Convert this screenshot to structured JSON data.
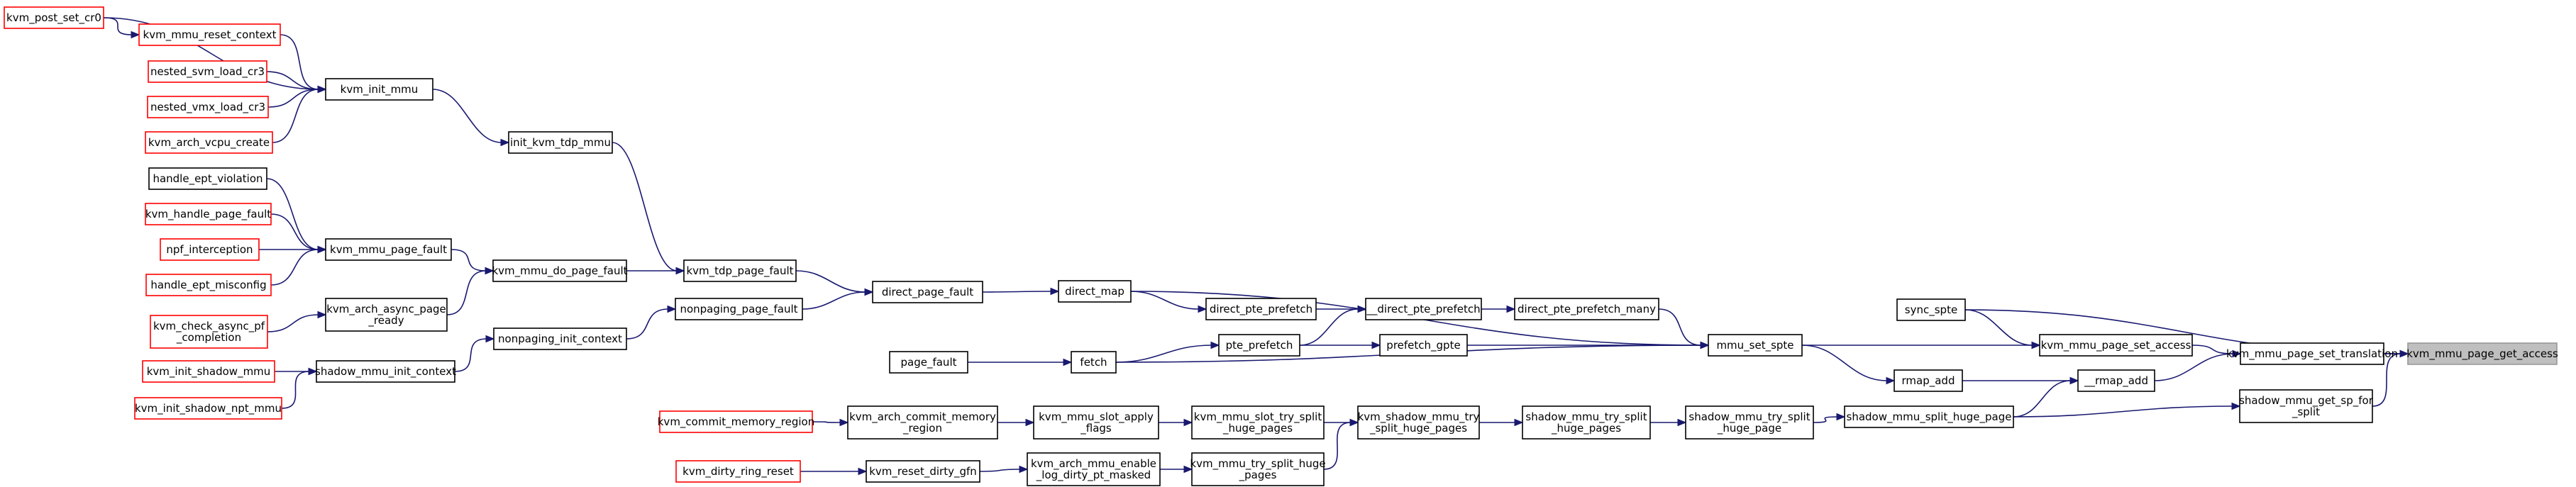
{
  "colors": {
    "edge": "#191970",
    "node_border": "#000000",
    "node_border_truncated": "#ff0000",
    "node_fill": "#ffffff",
    "root_fill": "#bfbfbf",
    "root_border": "#999999"
  },
  "nodes": {
    "kvm_mmu_page_get_access": {
      "lines": [
        "kvm_mmu_page_get_access"
      ],
      "style": "root"
    },
    "kvm_mmu_page_set_translation": {
      "lines": [
        "kvm_mmu_page_set_translation"
      ],
      "style": "normal"
    },
    "shadow_mmu_get_sp_for_split": {
      "lines": [
        "shadow_mmu_get_sp_for",
        "_split"
      ],
      "style": "normal"
    },
    "kvm_mmu_page_set_access": {
      "lines": [
        "kvm_mmu_page_set_access"
      ],
      "style": "normal"
    },
    "rmap_add_inner": {
      "lines": [
        "__rmap_add"
      ],
      "style": "normal"
    },
    "sync_spte": {
      "lines": [
        "sync_spte"
      ],
      "style": "normal"
    },
    "mmu_set_spte": {
      "lines": [
        "mmu_set_spte"
      ],
      "style": "normal"
    },
    "rmap_add": {
      "lines": [
        "rmap_add"
      ],
      "style": "normal"
    },
    "shadow_mmu_split_huge_page": {
      "lines": [
        "shadow_mmu_split_huge_page"
      ],
      "style": "normal"
    },
    "direct_map": {
      "lines": [
        "direct_map"
      ],
      "style": "normal"
    },
    "direct_pte_prefetch_many": {
      "lines": [
        "direct_pte_prefetch_many"
      ],
      "style": "normal"
    },
    "fetch": {
      "lines": [
        "fetch"
      ],
      "style": "normal"
    },
    "prefetch_gpte": {
      "lines": [
        "prefetch_gpte"
      ],
      "style": "normal"
    },
    "direct_pte_prefetch_inner": {
      "lines": [
        "__direct_pte_prefetch"
      ],
      "style": "normal"
    },
    "direct_pte_prefetch": {
      "lines": [
        "direct_pte_prefetch"
      ],
      "style": "normal"
    },
    "pte_prefetch": {
      "lines": [
        "pte_prefetch"
      ],
      "style": "normal"
    },
    "page_fault": {
      "lines": [
        "page_fault"
      ],
      "style": "normal"
    },
    "direct_page_fault": {
      "lines": [
        "direct_page_fault"
      ],
      "style": "normal"
    },
    "kvm_tdp_page_fault": {
      "lines": [
        "kvm_tdp_page_fault"
      ],
      "style": "normal"
    },
    "nonpaging_page_fault": {
      "lines": [
        "nonpaging_page_fault"
      ],
      "style": "normal"
    },
    "kvm_mmu_do_page_fault": {
      "lines": [
        "kvm_mmu_do_page_fault"
      ],
      "style": "normal"
    },
    "init_kvm_tdp_mmu": {
      "lines": [
        "init_kvm_tdp_mmu"
      ],
      "style": "normal"
    },
    "kvm_init_mmu": {
      "lines": [
        "kvm_init_mmu"
      ],
      "style": "normal"
    },
    "kvm_post_set_cr0": {
      "lines": [
        "kvm_post_set_cr0"
      ],
      "style": "truncated"
    },
    "kvm_mmu_reset_context": {
      "lines": [
        "kvm_mmu_reset_context"
      ],
      "style": "truncated"
    },
    "nested_svm_load_cr3": {
      "lines": [
        "nested_svm_load_cr3"
      ],
      "style": "truncated"
    },
    "nested_vmx_load_cr3": {
      "lines": [
        "nested_vmx_load_cr3"
      ],
      "style": "truncated"
    },
    "kvm_arch_vcpu_create": {
      "lines": [
        "kvm_arch_vcpu_create"
      ],
      "style": "truncated"
    },
    "kvm_mmu_page_fault": {
      "lines": [
        "kvm_mmu_page_fault"
      ],
      "style": "normal"
    },
    "kvm_arch_async_page_ready": {
      "lines": [
        "kvm_arch_async_page",
        "_ready"
      ],
      "style": "normal"
    },
    "handle_ept_violation": {
      "lines": [
        "handle_ept_violation"
      ],
      "style": "normal"
    },
    "kvm_handle_page_fault": {
      "lines": [
        "kvm_handle_page_fault"
      ],
      "style": "truncated"
    },
    "npf_interception": {
      "lines": [
        "npf_interception"
      ],
      "style": "truncated"
    },
    "handle_ept_misconfig": {
      "lines": [
        "handle_ept_misconfig"
      ],
      "style": "truncated"
    },
    "kvm_check_async_pf_completion": {
      "lines": [
        "kvm_check_async_pf",
        "_completion"
      ],
      "style": "truncated"
    },
    "nonpaging_init_context": {
      "lines": [
        "nonpaging_init_context"
      ],
      "style": "normal"
    },
    "shadow_mmu_init_context": {
      "lines": [
        "shadow_mmu_init_context"
      ],
      "style": "normal"
    },
    "kvm_init_shadow_mmu": {
      "lines": [
        "kvm_init_shadow_mmu"
      ],
      "style": "truncated"
    },
    "kvm_init_shadow_npt_mmu": {
      "lines": [
        "kvm_init_shadow_npt_mmu"
      ],
      "style": "truncated"
    },
    "shadow_mmu_try_split_huge_page": {
      "lines": [
        "shadow_mmu_try_split",
        "_huge_page"
      ],
      "style": "normal"
    },
    "shadow_mmu_try_split_huge_pages": {
      "lines": [
        "shadow_mmu_try_split",
        "_huge_pages"
      ],
      "style": "normal"
    },
    "kvm_shadow_mmu_try_split_huge_pages": {
      "lines": [
        "kvm_shadow_mmu_try",
        "_split_huge_pages"
      ],
      "style": "normal"
    },
    "kvm_mmu_slot_try_split_huge_pages": {
      "lines": [
        "kvm_mmu_slot_try_split",
        "_huge_pages"
      ],
      "style": "normal"
    },
    "kvm_mmu_try_split_huge_pages": {
      "lines": [
        "kvm_mmu_try_split_huge",
        "_pages"
      ],
      "style": "normal"
    },
    "kvm_mmu_slot_apply_flags": {
      "lines": [
        "kvm_mmu_slot_apply",
        "_flags"
      ],
      "style": "normal"
    },
    "kvm_arch_mmu_enable_log_dirty_pt_masked": {
      "lines": [
        "kvm_arch_mmu_enable",
        "_log_dirty_pt_masked"
      ],
      "style": "normal"
    },
    "kvm_arch_commit_memory_region": {
      "lines": [
        "kvm_arch_commit_memory",
        "_region"
      ],
      "style": "normal"
    },
    "kvm_reset_dirty_gfn": {
      "lines": [
        "kvm_reset_dirty_gfn"
      ],
      "style": "normal"
    },
    "kvm_commit_memory_region": {
      "lines": [
        "kvm_commit_memory_region"
      ],
      "style": "truncated"
    },
    "kvm_dirty_ring_reset": {
      "lines": [
        "kvm_dirty_ring_reset"
      ],
      "style": "truncated"
    }
  },
  "edges": [
    [
      "kvm_mmu_page_set_translation",
      "kvm_mmu_page_get_access"
    ],
    [
      "shadow_mmu_get_sp_for_split",
      "kvm_mmu_page_get_access"
    ],
    [
      "sync_spte",
      "kvm_mmu_page_get_access"
    ],
    [
      "kvm_mmu_page_set_access",
      "kvm_mmu_page_set_translation"
    ],
    [
      "rmap_add_inner",
      "kvm_mmu_page_set_translation"
    ],
    [
      "sync_spte",
      "kvm_mmu_page_set_access"
    ],
    [
      "mmu_set_spte",
      "kvm_mmu_page_set_access"
    ],
    [
      "rmap_add",
      "rmap_add_inner"
    ],
    [
      "shadow_mmu_split_huge_page",
      "rmap_add_inner"
    ],
    [
      "shadow_mmu_split_huge_page",
      "shadow_mmu_get_sp_for_split"
    ],
    [
      "mmu_set_spte",
      "rmap_add"
    ],
    [
      "direct_map",
      "mmu_set_spte"
    ],
    [
      "direct_pte_prefetch_many",
      "mmu_set_spte"
    ],
    [
      "fetch",
      "mmu_set_spte"
    ],
    [
      "prefetch_gpte",
      "mmu_set_spte"
    ],
    [
      "direct_pte_prefetch_inner",
      "direct_pte_prefetch_many"
    ],
    [
      "direct_pte_prefetch",
      "direct_pte_prefetch_inner"
    ],
    [
      "pte_prefetch",
      "direct_pte_prefetch_inner"
    ],
    [
      "pte_prefetch",
      "prefetch_gpte"
    ],
    [
      "direct_map",
      "direct_pte_prefetch"
    ],
    [
      "fetch",
      "pte_prefetch"
    ],
    [
      "page_fault",
      "fetch"
    ],
    [
      "direct_page_fault",
      "direct_map"
    ],
    [
      "kvm_tdp_page_fault",
      "direct_page_fault"
    ],
    [
      "nonpaging_page_fault",
      "direct_page_fault"
    ],
    [
      "kvm_mmu_do_page_fault",
      "kvm_tdp_page_fault"
    ],
    [
      "init_kvm_tdp_mmu",
      "kvm_tdp_page_fault"
    ],
    [
      "kvm_init_mmu",
      "init_kvm_tdp_mmu"
    ],
    [
      "kvm_post_set_cr0",
      "kvm_init_mmu"
    ],
    [
      "kvm_mmu_reset_context",
      "kvm_init_mmu"
    ],
    [
      "nested_svm_load_cr3",
      "kvm_init_mmu"
    ],
    [
      "nested_vmx_load_cr3",
      "kvm_init_mmu"
    ],
    [
      "kvm_arch_vcpu_create",
      "kvm_init_mmu"
    ],
    [
      "kvm_post_set_cr0",
      "kvm_mmu_reset_context"
    ],
    [
      "kvm_mmu_page_fault",
      "kvm_mmu_do_page_fault"
    ],
    [
      "kvm_arch_async_page_ready",
      "kvm_mmu_do_page_fault"
    ],
    [
      "handle_ept_violation",
      "kvm_mmu_page_fault"
    ],
    [
      "kvm_handle_page_fault",
      "kvm_mmu_page_fault"
    ],
    [
      "npf_interception",
      "kvm_mmu_page_fault"
    ],
    [
      "handle_ept_misconfig",
      "kvm_mmu_page_fault"
    ],
    [
      "kvm_check_async_pf_completion",
      "kvm_arch_async_page_ready"
    ],
    [
      "nonpaging_init_context",
      "nonpaging_page_fault"
    ],
    [
      "shadow_mmu_init_context",
      "nonpaging_init_context"
    ],
    [
      "kvm_init_shadow_mmu",
      "shadow_mmu_init_context"
    ],
    [
      "kvm_init_shadow_npt_mmu",
      "shadow_mmu_init_context"
    ],
    [
      "shadow_mmu_try_split_huge_page",
      "shadow_mmu_split_huge_page"
    ],
    [
      "shadow_mmu_try_split_huge_pages",
      "shadow_mmu_try_split_huge_page"
    ],
    [
      "kvm_shadow_mmu_try_split_huge_pages",
      "shadow_mmu_try_split_huge_pages"
    ],
    [
      "kvm_mmu_slot_try_split_huge_pages",
      "kvm_shadow_mmu_try_split_huge_pages"
    ],
    [
      "kvm_mmu_try_split_huge_pages",
      "kvm_shadow_mmu_try_split_huge_pages"
    ],
    [
      "kvm_mmu_slot_apply_flags",
      "kvm_mmu_slot_try_split_huge_pages"
    ],
    [
      "kvm_arch_mmu_enable_log_dirty_pt_masked",
      "kvm_mmu_try_split_huge_pages"
    ],
    [
      "kvm_arch_commit_memory_region",
      "kvm_mmu_slot_apply_flags"
    ],
    [
      "kvm_reset_dirty_gfn",
      "kvm_arch_mmu_enable_log_dirty_pt_masked"
    ],
    [
      "kvm_commit_memory_region",
      "kvm_arch_commit_memory_region"
    ],
    [
      "kvm_dirty_ring_reset",
      "kvm_reset_dirty_gfn"
    ]
  ]
}
